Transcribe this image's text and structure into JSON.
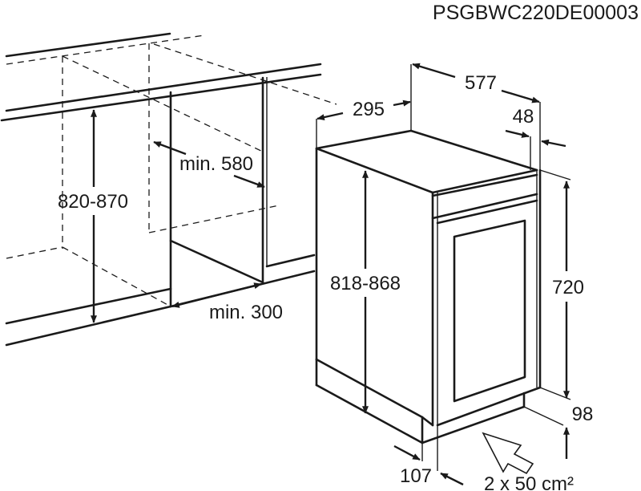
{
  "document_code": "PSGBWC220DE00003",
  "dimensions": {
    "niche_height": "820-870",
    "niche_depth_min": "min. 580",
    "niche_width_min": "min. 300",
    "appliance_width": "295",
    "appliance_depth": "577",
    "door_offset": "48",
    "appliance_height_range": "818-868",
    "appliance_body_height": "720",
    "plinth_height": "98",
    "plinth_depth": "107",
    "ventilation_area": "2 x 50 cm²"
  },
  "colors": {
    "line": "#1a1a1a",
    "background": "#ffffff"
  }
}
